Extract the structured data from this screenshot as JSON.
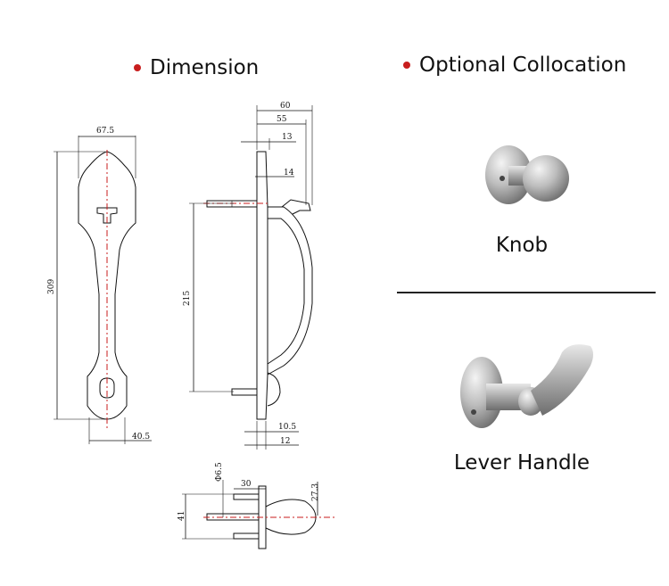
{
  "headings": {
    "dimension": "Dimension",
    "optional": "Optional Collocation"
  },
  "options": [
    {
      "label": "Knob"
    },
    {
      "label": "Lever Handle"
    }
  ],
  "dims": {
    "w67": "67.5",
    "h309": "309",
    "w40": "40.5",
    "d60": "60",
    "d55": "55",
    "d13": "13",
    "d14": "14",
    "d215": "215",
    "d10": "10.5",
    "d12": "12",
    "phi": "Φ6.5",
    "d30": "30",
    "d27": "27.3",
    "d41": "41"
  },
  "colors": {
    "accent": "#c81e1e",
    "line": "#111111",
    "metal": "#b8b8b8"
  }
}
